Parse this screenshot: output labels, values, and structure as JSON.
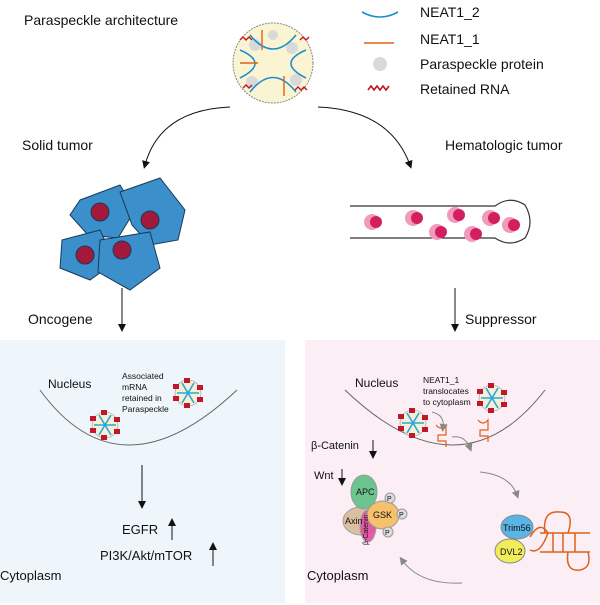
{
  "top": {
    "title": "Paraspeckle architecture",
    "legend": [
      {
        "label": "NEAT1_2",
        "color": "#1a8fd0"
      },
      {
        "label": "NEAT1_1",
        "color": "#e0601a"
      },
      {
        "label": "Paraspeckle protein",
        "color": "#d9d9d9"
      },
      {
        "label": "Retained RNA",
        "color": "#c0182a"
      }
    ]
  },
  "branches": {
    "left": {
      "label": "Solid tumor",
      "role": "Oncogene"
    },
    "right": {
      "label": "Hematologic tumor",
      "role": "Suppressor"
    }
  },
  "left_panel": {
    "background": "#eef6fb",
    "nucleus": "Nucleus",
    "note": [
      "Associated",
      "mRNA",
      "retained in",
      "Paraspeckle"
    ],
    "targets": [
      "EGFR",
      "PI3K/Akt/mTOR"
    ],
    "cytoplasm": "Cytoplasm"
  },
  "right_panel": {
    "background": "#fbeef4",
    "nucleus": "Nucleus",
    "note": [
      "NEAT1_1",
      "translocates",
      "to cytoplasm"
    ],
    "beta_catenin": "β-Catenin",
    "wnt": "Wnt",
    "complex": {
      "apc": "APC",
      "axin": "Axin",
      "gsk": "GSK",
      "bcat": "β-Catenin",
      "p": "P"
    },
    "trim56": "Trim56",
    "dvl2": "DVL2",
    "cytoplasm": "Cytoplasm"
  }
}
